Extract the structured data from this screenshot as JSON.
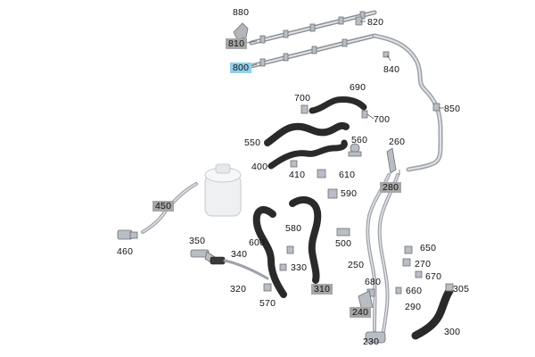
{
  "labels": {
    "p880": "880",
    "p820": "820",
    "p810": "810",
    "p800": "800",
    "p840": "840",
    "p700a": "700",
    "p690": "690",
    "p850": "850",
    "p700b": "700",
    "p550": "550",
    "p560": "560",
    "p260": "260",
    "p400": "400",
    "p410": "410",
    "p610": "610",
    "p280": "280",
    "p450": "450",
    "p590": "590",
    "p460": "460",
    "p350": "350",
    "p600": "600",
    "p580": "580",
    "p500": "500",
    "p650": "650",
    "p340": "340",
    "p250": "250",
    "p270": "270",
    "p330": "330",
    "p670": "670",
    "p320": "320",
    "p310": "310",
    "p680": "680",
    "p660": "660",
    "p305": "305",
    "p570": "570",
    "p240": "240",
    "p290": "290",
    "p300": "300",
    "p230": "230"
  },
  "colors": {
    "highlight_selected": "#8fd0ea",
    "highlight_boxed": "#a6a6a6",
    "hose": "#2a2a2a",
    "pipe": "#9da2a8"
  }
}
